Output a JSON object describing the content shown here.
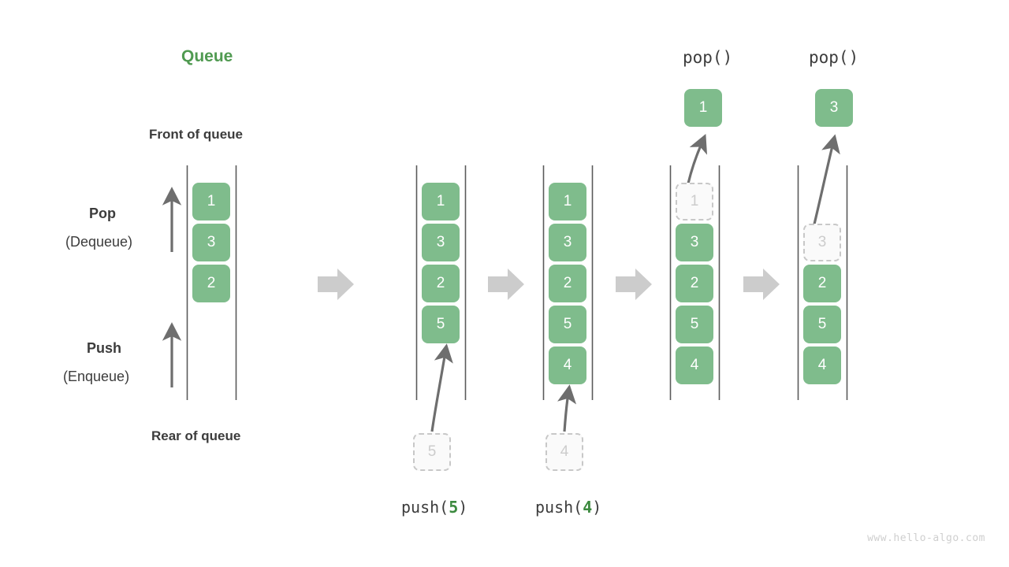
{
  "diagram": {
    "title": "Queue",
    "watermark": "www.hello-algo.com",
    "labels": {
      "front_of_queue": "Front of queue",
      "rear_of_queue": "Rear of queue",
      "pop_bold": "Pop",
      "pop_sub": "(Dequeue)",
      "push_bold": "Push",
      "push_sub": "(Enqueue)"
    },
    "colors": {
      "accent_green": "#509a51",
      "cell_green": "#7fbc8c",
      "cell_text": "#ffffff",
      "ghost_border": "#c8c8c8",
      "ghost_text": "#cccccc",
      "rail": "#5a5a5a",
      "arrow": "#6e6e6e",
      "step_arrow": "#cccccc",
      "text": "#3c3c3c",
      "watermark": "#cfcfcf"
    },
    "stages": [
      {
        "name": "initial",
        "caption_top": "",
        "caption_bottom": "",
        "cells": [
          {
            "value": "1",
            "state": "filled"
          },
          {
            "value": "3",
            "state": "filled"
          },
          {
            "value": "2",
            "state": "filled"
          }
        ],
        "floating": null,
        "incoming": null
      },
      {
        "name": "push-5",
        "caption_top": "",
        "caption_bottom_prefix": "push(",
        "caption_bottom_num": "5",
        "caption_bottom_suffix": ")",
        "cells": [
          {
            "value": "1",
            "state": "filled"
          },
          {
            "value": "3",
            "state": "filled"
          },
          {
            "value": "2",
            "state": "filled"
          },
          {
            "value": "5",
            "state": "filled"
          }
        ],
        "incoming": {
          "value": "5",
          "state": "ghost"
        }
      },
      {
        "name": "push-4",
        "caption_top": "",
        "caption_bottom_prefix": "push(",
        "caption_bottom_num": "4",
        "caption_bottom_suffix": ")",
        "cells": [
          {
            "value": "1",
            "state": "filled"
          },
          {
            "value": "3",
            "state": "filled"
          },
          {
            "value": "2",
            "state": "filled"
          },
          {
            "value": "5",
            "state": "filled"
          },
          {
            "value": "4",
            "state": "filled"
          }
        ],
        "incoming": {
          "value": "4",
          "state": "ghost"
        }
      },
      {
        "name": "pop-1",
        "caption_top": "pop()",
        "caption_bottom": "",
        "cells": [
          {
            "value": "1",
            "state": "ghost"
          },
          {
            "value": "3",
            "state": "filled"
          },
          {
            "value": "2",
            "state": "filled"
          },
          {
            "value": "5",
            "state": "filled"
          },
          {
            "value": "4",
            "state": "filled"
          }
        ],
        "floating": {
          "value": "1",
          "state": "filled"
        }
      },
      {
        "name": "pop-3",
        "caption_top": "pop()",
        "caption_bottom": "",
        "cells": [
          {
            "value": "",
            "state": "empty"
          },
          {
            "value": "3",
            "state": "ghost"
          },
          {
            "value": "2",
            "state": "filled"
          },
          {
            "value": "5",
            "state": "filled"
          },
          {
            "value": "4",
            "state": "filled"
          }
        ],
        "floating": {
          "value": "3",
          "state": "filled"
        }
      }
    ]
  }
}
